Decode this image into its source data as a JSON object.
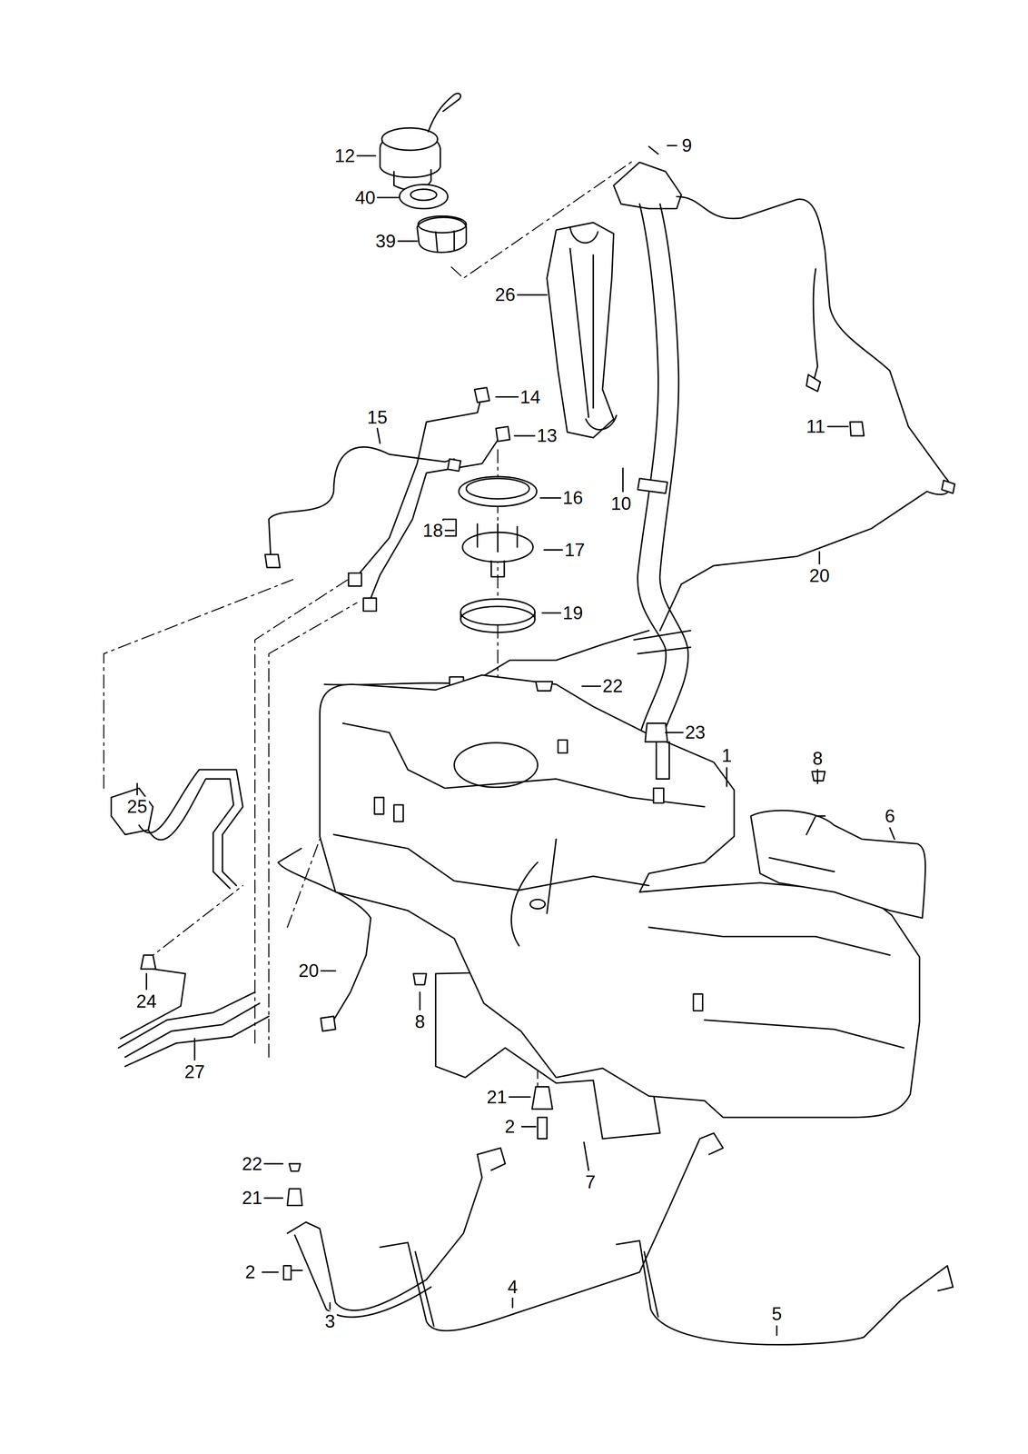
{
  "diagram": {
    "labels": [
      "9",
      "12",
      "40",
      "39",
      "26",
      "14",
      "13",
      "15",
      "11",
      "16",
      "10",
      "18",
      "17",
      "20",
      "19",
      "22",
      "23",
      "1",
      "8",
      "6",
      "25",
      "20",
      "8",
      "24",
      "27",
      "21",
      "2",
      "7",
      "22",
      "21",
      "2",
      "4",
      "5",
      "3"
    ]
  }
}
